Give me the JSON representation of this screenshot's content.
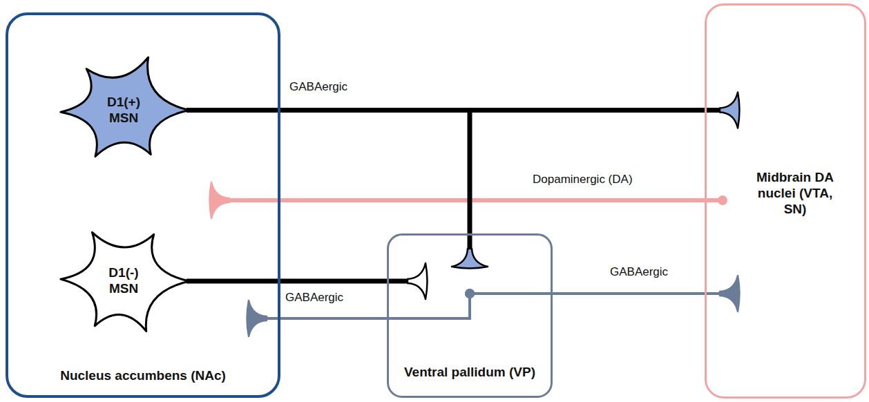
{
  "diagram": {
    "nodes": [
      {
        "text": [
          "Nucleus accumbens (NAc)"
        ]
      },
      {
        "text": [
          "D1(+) MSN"
        ],
        "in": 0
      },
      {
        "text": [
          "D1(-) MSN"
        ],
        "in": 0
      },
      {
        "text": [
          "Ventral pallidum (VP)"
        ]
      },
      {
        "text": [
          "Midbrain DA nuclei (VTA, SN)"
        ]
      }
    ],
    "edges": [
      {
        "from": 1,
        "to": 4,
        "label": "GABAergic",
        "arrow": "to"
      },
      {
        "from": 1,
        "to": 3,
        "arrow": "to"
      },
      {
        "from": 4,
        "to": 0,
        "label": "Dopaminergic (DA)",
        "arrow": "to"
      },
      {
        "from": 2,
        "to": 3,
        "label": "GABAergic",
        "arrow": "to"
      },
      {
        "from": 3,
        "to": 0,
        "arrow": "to"
      },
      {
        "from": 3,
        "to": 4,
        "label": "GABAergic",
        "arrow": "to"
      }
    ]
  }
}
